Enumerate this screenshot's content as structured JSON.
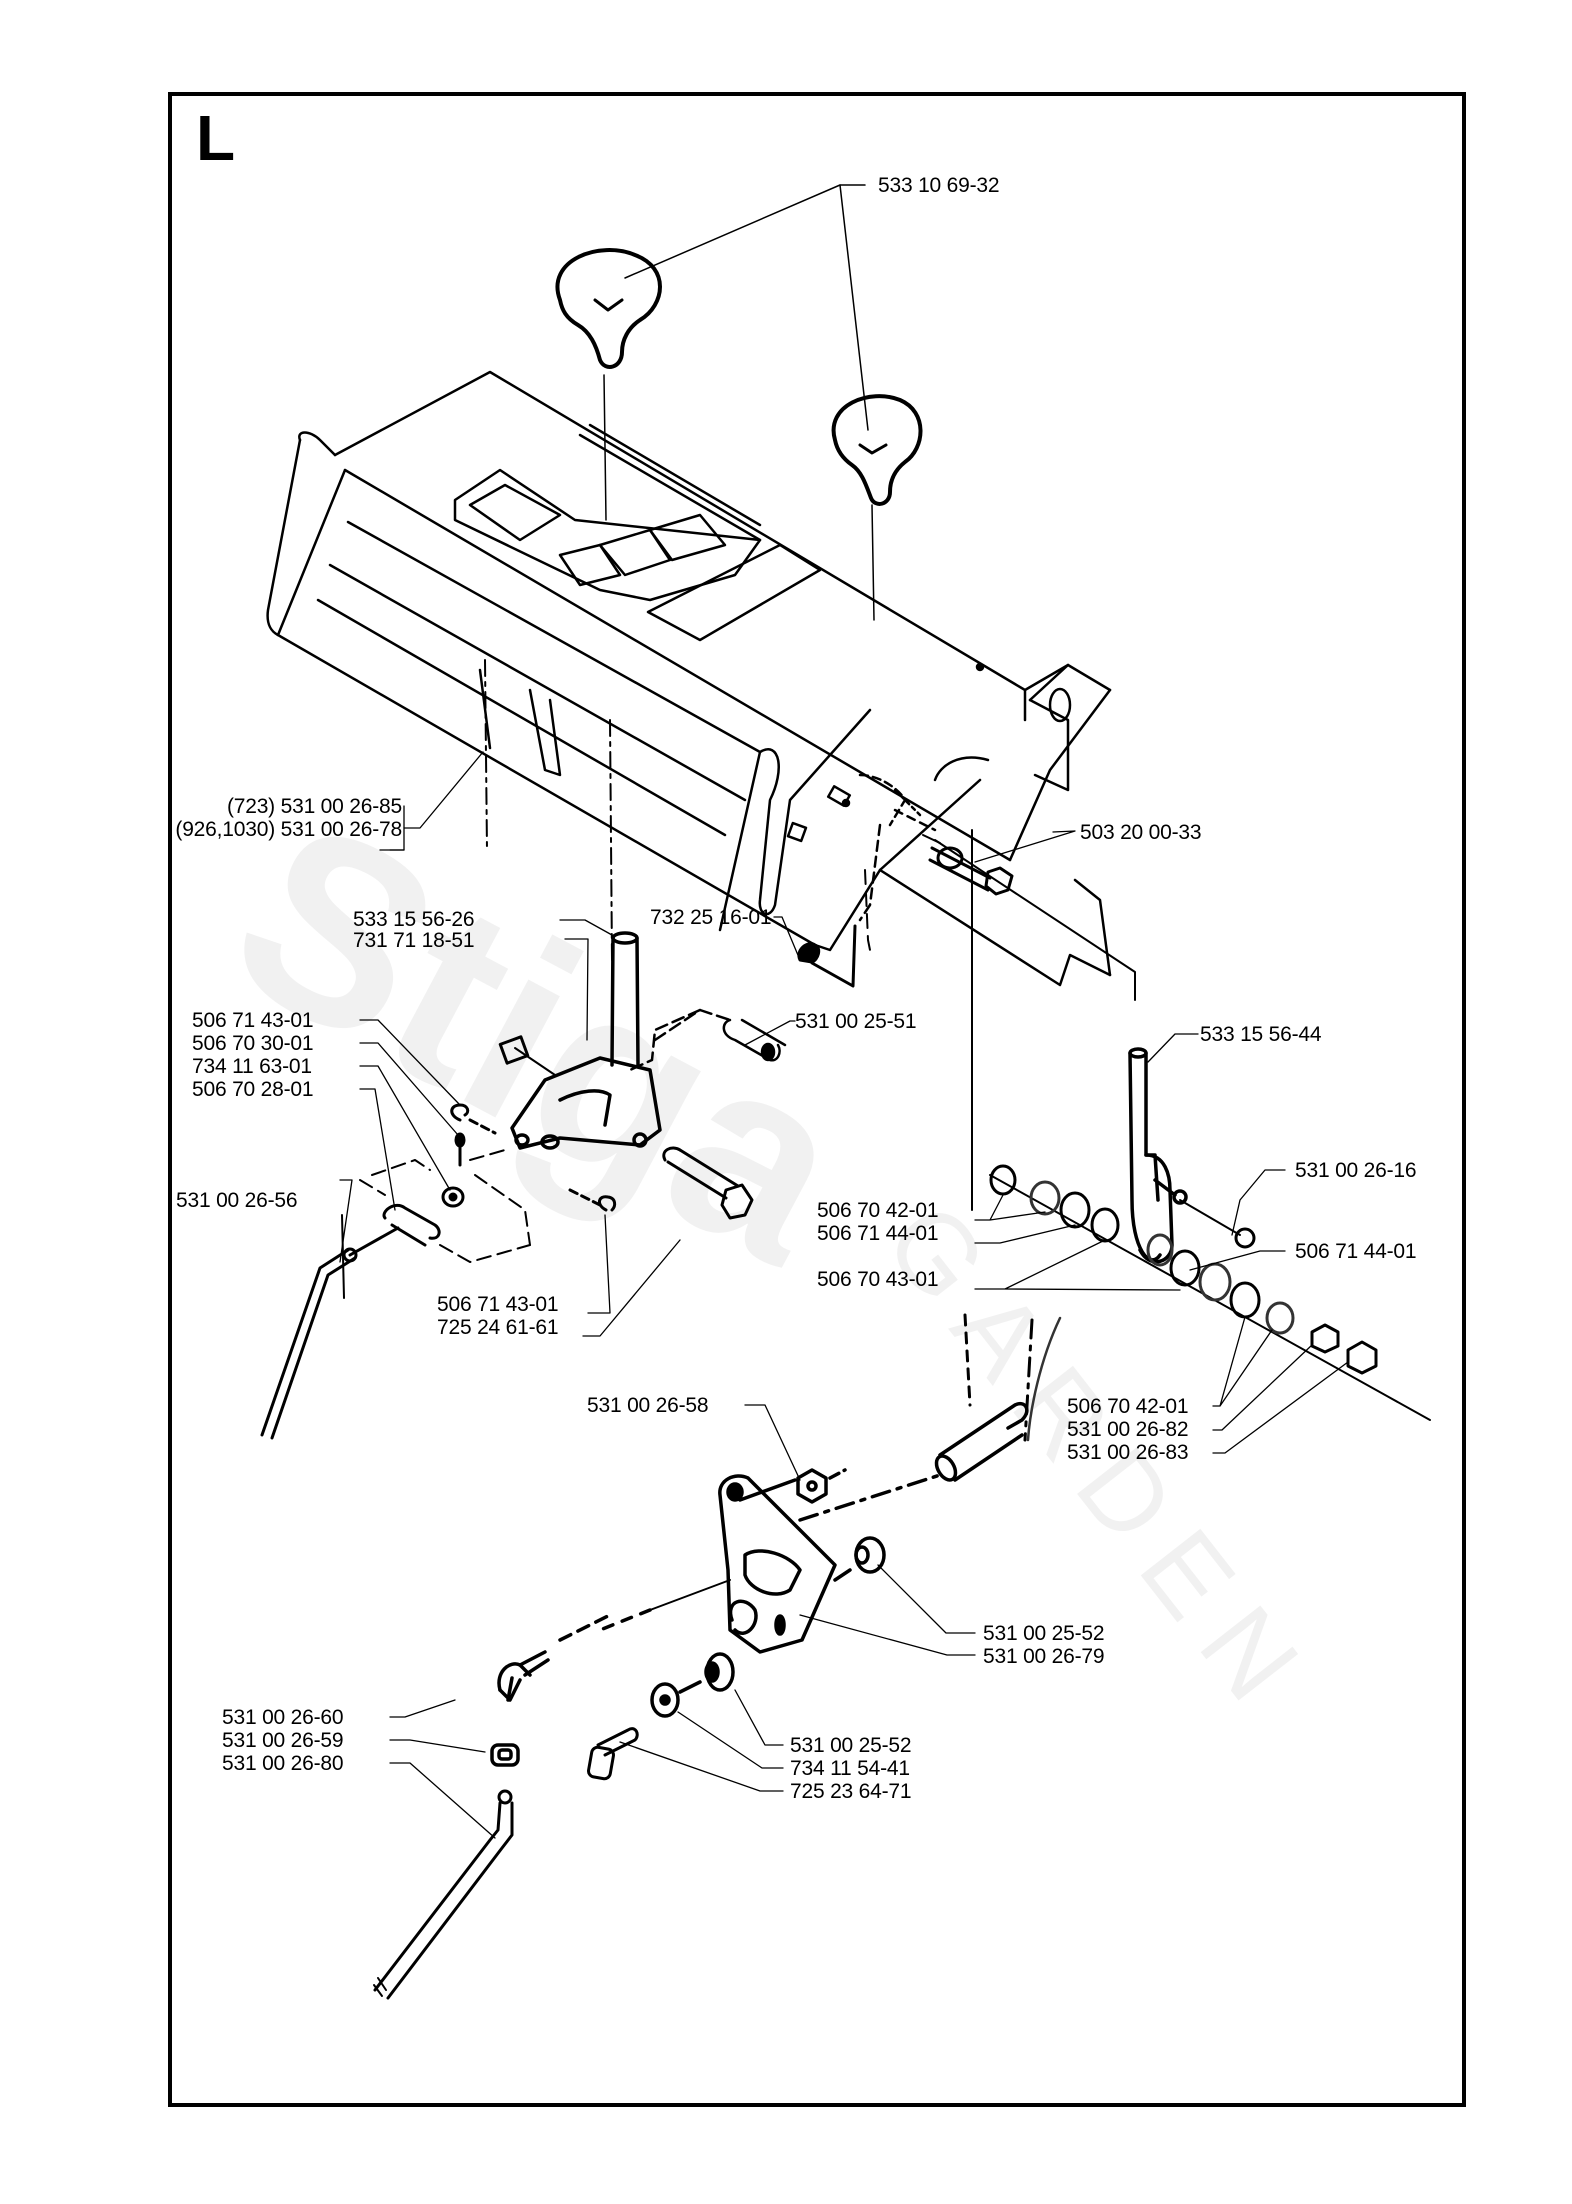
{
  "page": {
    "section_letter": "L",
    "watermark": {
      "main": "Stiga",
      "sub": "GARDEN"
    }
  },
  "labels": {
    "knob": "533 10 69-32",
    "console_723": "(723) 531 00 26-85",
    "console_926": "(926,1030) 531 00 26-78",
    "bolt_top": "503 20 00-33",
    "lever_left": "533 15 56-26",
    "nut_left": "731 71 18-51",
    "clip_center": "732 25 16-01",
    "sleeve": "531 00 25-51",
    "lever_right": "533 15 56-44",
    "eclip_a": "506 71 43-01",
    "washer_a": "506 70 30-01",
    "washer_b": "734 11 63-01",
    "pin_a": "506 70 28-01",
    "rod_left": "531 00 26-56",
    "eclip_b": "506 71 43-01",
    "bolt_left": "725 24 61-61",
    "nut_right": "531 00 26-16",
    "washer_r1": "506 70 42-01",
    "spring_r1": "506 71 44-01",
    "washer_r2": "506 70 43-01",
    "spring_r2": "506 71 44-01",
    "washer_r3": "506 70 42-01",
    "nut_r1": "531 00 26-82",
    "nut_r2": "531 00 26-83",
    "nut_lower": "531 00 26-58",
    "bushing_a": "531 00 25-52",
    "bracket": "531 00 26-79",
    "swivel": "531 00 26-60",
    "nut_swivel": "531 00 26-59",
    "rod_lower": "531 00 26-80",
    "bushing_b": "531 00 25-52",
    "washer_lower": "734 11 54-41",
    "bolt_lower": "725 23 64-71"
  }
}
